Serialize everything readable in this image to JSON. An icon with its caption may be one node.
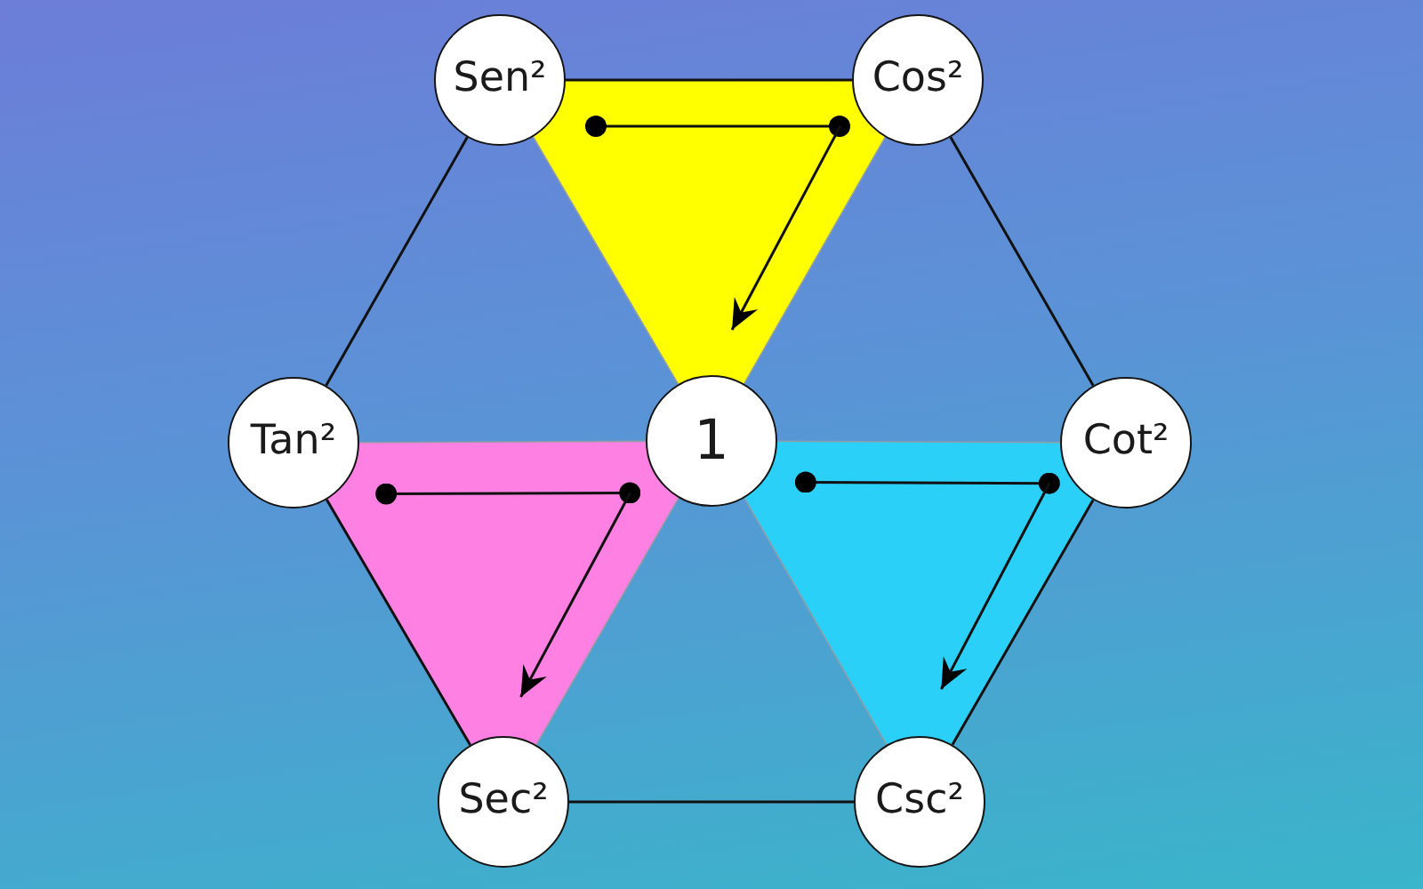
{
  "diagram": {
    "nodes": [
      {
        "text": [
          "Sen²"
        ]
      },
      {
        "text": [
          "Cos²"
        ]
      },
      {
        "text": [
          "Tan²"
        ]
      },
      {
        "text": [
          "1"
        ]
      },
      {
        "text": [
          "Cot²"
        ]
      },
      {
        "text": [
          "Sec²"
        ]
      },
      {
        "text": [
          "Csc²"
        ]
      }
    ],
    "edges": [
      {
        "from": 0,
        "to": 1,
        "arrow": "none"
      },
      {
        "from": 1,
        "to": 4,
        "arrow": "none"
      },
      {
        "from": 4,
        "to": 6,
        "arrow": "none"
      },
      {
        "from": 5,
        "to": 6,
        "arrow": "none"
      },
      {
        "from": 2,
        "to": 5,
        "arrow": "none"
      },
      {
        "from": 0,
        "to": 2,
        "arrow": "none"
      },
      {
        "from": 0,
        "to": 1,
        "arrow": "other"
      },
      {
        "from": 1,
        "to": 3,
        "arrow": "to"
      },
      {
        "from": 2,
        "to": 3,
        "arrow": "other"
      },
      {
        "from": 3,
        "to": 5,
        "arrow": "to"
      },
      {
        "from": 3,
        "to": 4,
        "arrow": "other"
      },
      {
        "from": 4,
        "to": 6,
        "arrow": "to"
      }
    ]
  }
}
